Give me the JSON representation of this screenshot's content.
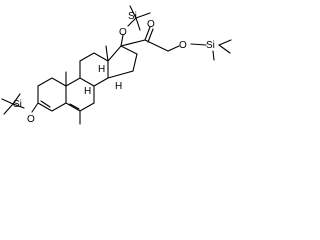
{
  "molecule": {
    "labels": {
      "si_c17": "Si",
      "o_c17": "O",
      "o_carbonyl": "O",
      "o_c21": "O",
      "si_c21": "Si",
      "h_c8": "H",
      "h_c9": "H",
      "h_c14": "H",
      "o_c3": "O",
      "si_c3": "Si"
    },
    "colors": {
      "bond": "#000000",
      "background": "#ffffff"
    }
  }
}
